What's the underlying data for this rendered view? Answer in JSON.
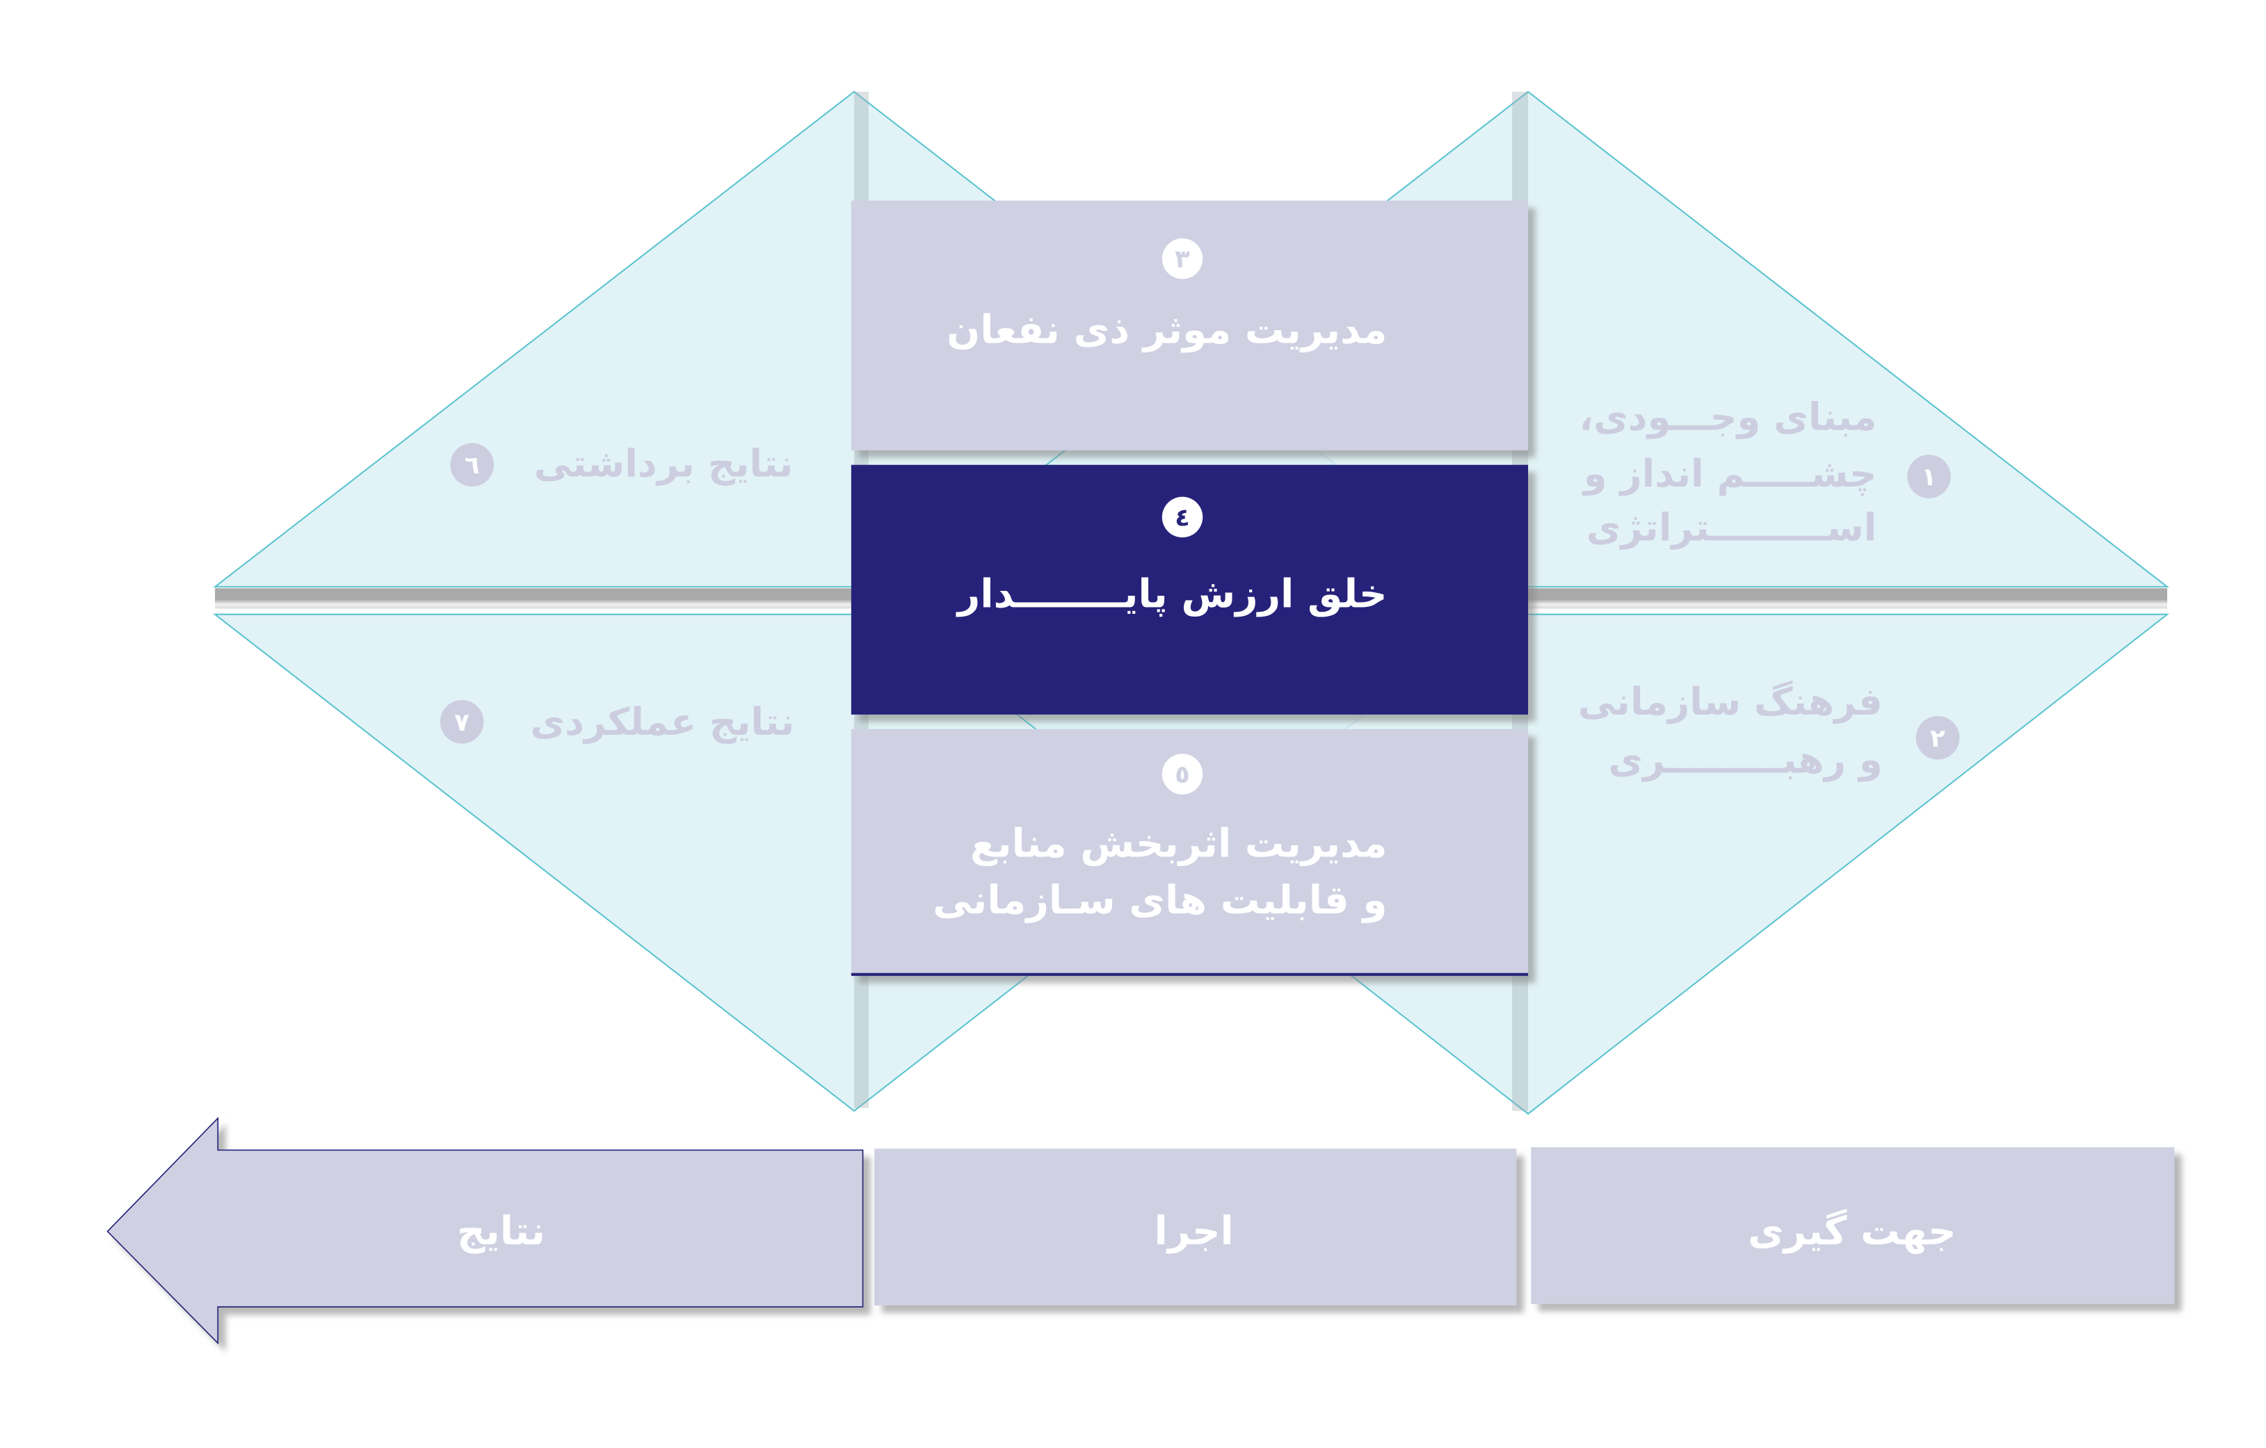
{
  "colors": {
    "triangle_fill": "#dcf1f5",
    "triangle_stroke": "#5bc4d0",
    "box_light": "#cfd0e2",
    "box_dark": "#27247a",
    "side_text": "#cdcde0",
    "stage_fill": "#cfd0e2"
  },
  "center_boxes": [
    {
      "number": "٣",
      "title_lines": [
        "مدیریت موثر ذی نفعان"
      ]
    },
    {
      "number": "٤",
      "title_lines": [
        "خلق ارزش پایــــــــدار"
      ]
    },
    {
      "number": "٥",
      "title_lines": [
        "مدیریت اثربخش منابع",
        "و قابلیت های سـازمانی"
      ]
    }
  ],
  "side_items": [
    {
      "number": "١",
      "lines": [
        "مبنای وجـــودی،",
        "چشـــــم انداز و",
        "اســـــــــتراتژی"
      ]
    },
    {
      "number": "٢",
      "lines": [
        "فرهنگ سازمانی",
        "و رهبـــــــــری"
      ]
    },
    {
      "number": "٦",
      "lines": [
        "نتایج برداشتی"
      ]
    },
    {
      "number": "٧",
      "lines": [
        "نتایج عملکردی"
      ]
    }
  ],
  "stages": [
    {
      "label": "جهت گیری"
    },
    {
      "label": "اجرا"
    },
    {
      "label": "نتایج"
    }
  ]
}
